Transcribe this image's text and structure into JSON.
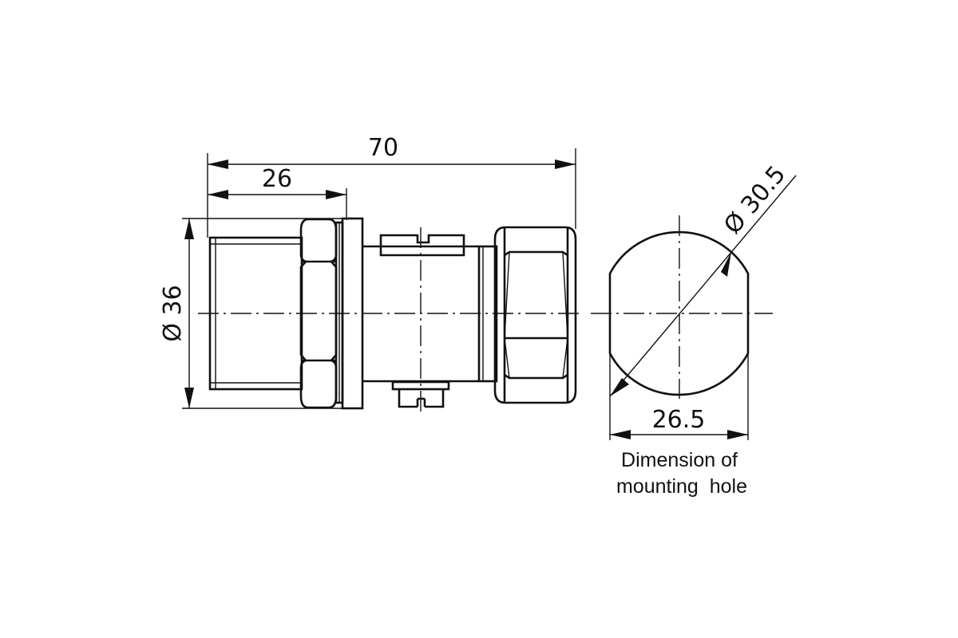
{
  "dimensions": {
    "overall_length": "70",
    "front_length": "26",
    "outer_diameter": "Ø 36",
    "hole_diameter": "Ø 30.5",
    "hole_flat_width": "26.5"
  },
  "caption": {
    "line1": "Dimension of",
    "line2": "mounting  hole"
  }
}
